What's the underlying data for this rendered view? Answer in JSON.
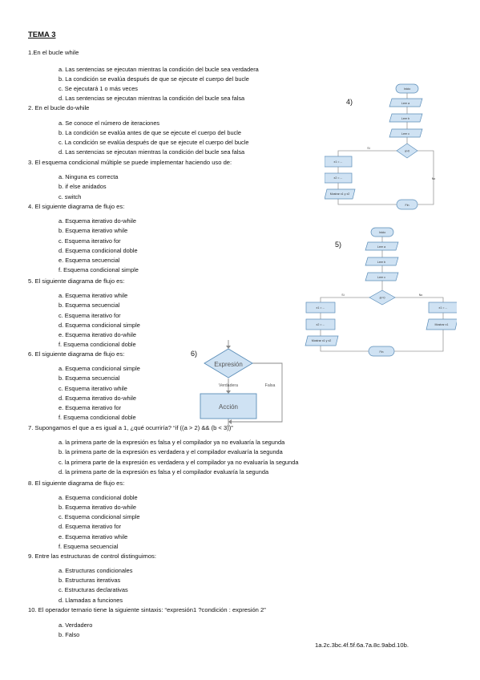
{
  "title": "TEMA 3",
  "questions": [
    {
      "text": "1.En el bucle while",
      "options": [
        "a. Las sentencias se ejecutan mientras la condición del bucle sea verdadera",
        "b. La condición se evalúa después de que se ejecute el cuerpo del bucle",
        "c. Se ejecutará 1 o más veces",
        "d. Las sentencias se ejecutan mientras la condición del bucle sea falsa"
      ]
    },
    {
      "text": "2. En el bucle do-while",
      "options": [
        "a. Se conoce el número de iteraciones",
        "b. La condición se evalúa antes de que se ejecute el cuerpo del bucle",
        "c. La condición se evalúa después de que se ejecute el cuerpo del bucle",
        "d. Las sentencias se ejecutan mientras la condición del bucle sea falsa"
      ]
    },
    {
      "text": "3. El esquema condicional múltiple se puede implementar haciendo uso de:",
      "options": [
        "a. Ninguna es correcta",
        "b. if else anidados",
        "c. switch"
      ]
    },
    {
      "text": "4. El siguiente diagrama de flujo es:",
      "options": [
        "a. Esquema iterativo do-while",
        "b. Esquema iterativo while",
        "c. Esquema iterativo for",
        "d. Esquema condicional doble",
        "e. Esquema secuencial",
        "f. Esquema condicional simple"
      ]
    },
    {
      "text": "5. El siguiente diagrama de flujo es:",
      "options": [
        "a. Esquema iterativo while",
        "b. Esquema secuencial",
        "c. Esquema iterativo for",
        "d. Esquema condicional simple",
        "e. Esquema iterativo do-while",
        "f. Esquema condicional doble"
      ]
    },
    {
      "text": "6. El siguiente diagrama de flujo es:",
      "options": [
        "a. Esquema condicional simple",
        "b. Esquema secuencial",
        "c. Esquema iterativo while",
        "d. Esquema iterativo do-while",
        "e. Esquema iterativo for",
        "f. Esquema condicional doble"
      ]
    },
    {
      "text": "7. Supongamos el que a es igual a 1, ¿qué ocurriría? “if ((a > 2) && (b < 3))”",
      "options": [
        "a. la primera parte de la expresión es falsa y el compilador ya no evaluaría la segunda",
        "b. la primera parte de la expresión es verdadera y el compilador evaluaría la segunda",
        "c. la primera parte de la expresión es verdadera y el compilador ya no evaluaría la segunda",
        "d. la primera parte de la expresión es falsa y el compilador evaluaría la segunda"
      ]
    },
    {
      "text": "8. El siguiente diagrama de flujo es:",
      "options": [
        "a. Esquema condicional doble",
        "b. Esquema iterativo do-while",
        "c. Esquema condicional simple",
        "d. Esquema iterativo for",
        "e. Esquema iterativo while",
        "f. Esquema secuencial"
      ]
    },
    {
      "text": "9. Entre las estructuras de control distinguimos:",
      "options": [
        "a. Estructuras condicionales",
        "b. Estructuras iterativas",
        "c. Estructuras declarativas",
        "d. Llamadas a funciones"
      ]
    },
    {
      "text": "10. El operador ternario tiene la siguiente sintaxis: “expresión1 ?condición : expresión 2”",
      "options": [
        "a. Verdadero",
        "b. Falso"
      ]
    }
  ],
  "answers": "1a.2c.3bc.4f.5f.6a.7a.8c.9abd.10b.",
  "figures": {
    "fig4": {
      "number": "4)",
      "start": "Inicio",
      "steps": [
        "Leer a",
        "Leer b",
        "Leer c"
      ],
      "decision": "a>0",
      "yes_label": "Sí",
      "no_label": "No",
      "yes_steps": [
        "x1 = ...",
        "x2 = ...",
        "Mostrar x1 y x2"
      ],
      "end": "Fin"
    },
    "fig5": {
      "number": "5)",
      "start": "Inicio",
      "steps": [
        "Leer a",
        "Leer b",
        "Leer c"
      ],
      "decision": "a!=0",
      "yes_label": "Sí",
      "no_label": "No",
      "yes_steps": [
        "x1 = ...",
        "x2 = ...",
        "Mostrar x1 y x2"
      ],
      "no_steps": [
        "x1 = ...",
        "Mostrar x1"
      ],
      "end": "Fin"
    },
    "fig6": {
      "number": "6)",
      "condition": "Expresión",
      "true_label": "Verdadera",
      "false_label": "Falsa",
      "action": "Acción"
    }
  },
  "colors": {
    "shape_fill": "#cfe2f3",
    "shape_stroke": "#5b8db8",
    "line": "#7f7f7f"
  }
}
